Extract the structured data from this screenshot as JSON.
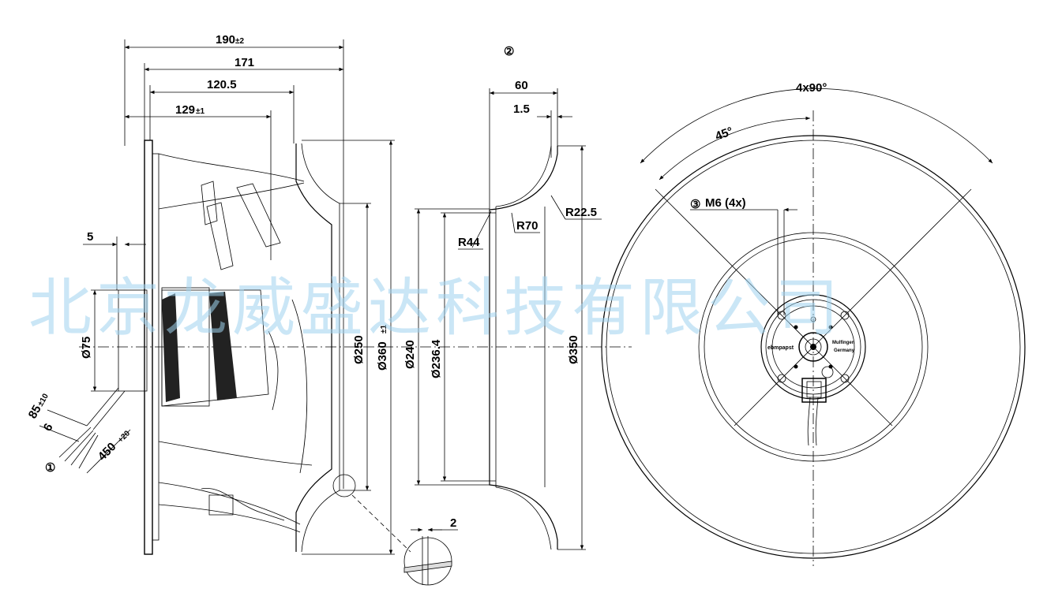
{
  "watermark": "北京龙威盛达科技有限公司",
  "callouts": {
    "one": "①",
    "two": "②",
    "three": "③"
  },
  "side_view": {
    "d190": "190",
    "d190_tol": "±2",
    "d171": "171",
    "d120": "120.5",
    "d129": "129",
    "d129_tol": "±1",
    "d5": "5",
    "d75": "Ø75",
    "d250": "Ø250",
    "d360": "Ø360",
    "d360_tol": "±1",
    "cable_85": "85",
    "cable_85_tol": "±10",
    "cable_6": "6",
    "cable_450": "450",
    "cable_450_tol": "+20",
    "detail_2": "2"
  },
  "nozzle_view": {
    "d60": "60",
    "d1_5": "1.5",
    "r44": "R44",
    "r70": "R70",
    "r22": "R22.5",
    "d240": "Ø240",
    "d236": "Ø236.4",
    "d350": "Ø350"
  },
  "front_view": {
    "angle_4x90": "4x90°",
    "angle_45": "45°",
    "m6": "M6 (4x)",
    "label_brand": "ebmpapst",
    "label_mulfingen": "Mulfingen",
    "label_germany": "Germany"
  }
}
